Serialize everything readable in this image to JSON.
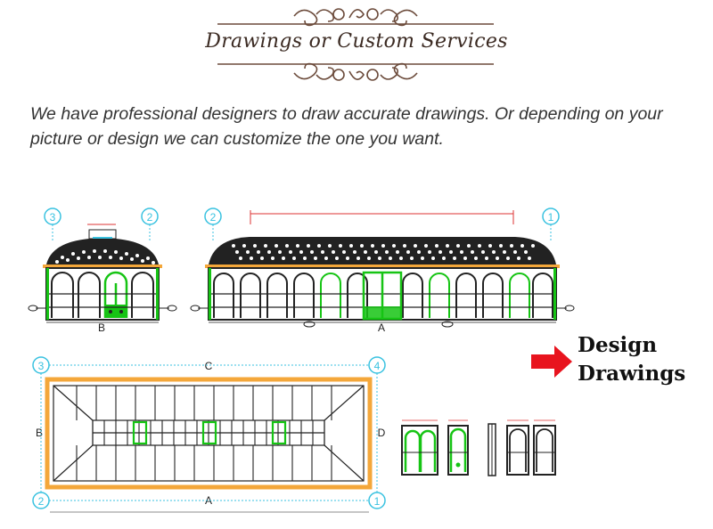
{
  "header": {
    "title": "Drawings or Custom Services"
  },
  "intro": {
    "text": "We have professional designers to draw accurate drawings. Or depending on your picture or design we can customize the one you want."
  },
  "side_label": {
    "line1": "Design",
    "line2": "Drawings"
  },
  "elevation_small": {
    "axis_left": "3",
    "axis_right": "2",
    "label": "B"
  },
  "elevation_large": {
    "axis_left": "2",
    "axis_right": "1",
    "label": "A"
  },
  "plan": {
    "axis_top_left": "3",
    "axis_top_right": "4",
    "axis_bottom_left": "2",
    "axis_bottom_right": "1",
    "label_top": "C",
    "label_left": "B",
    "label_right": "D",
    "label_bottom": "A"
  },
  "colors": {
    "accent_green": "#16c414",
    "bubble_blue": "#39c2e0",
    "arrow_red": "#e8141e",
    "frame_orange": "#f4a73a",
    "ornament_brown": "#6b4a3a"
  }
}
